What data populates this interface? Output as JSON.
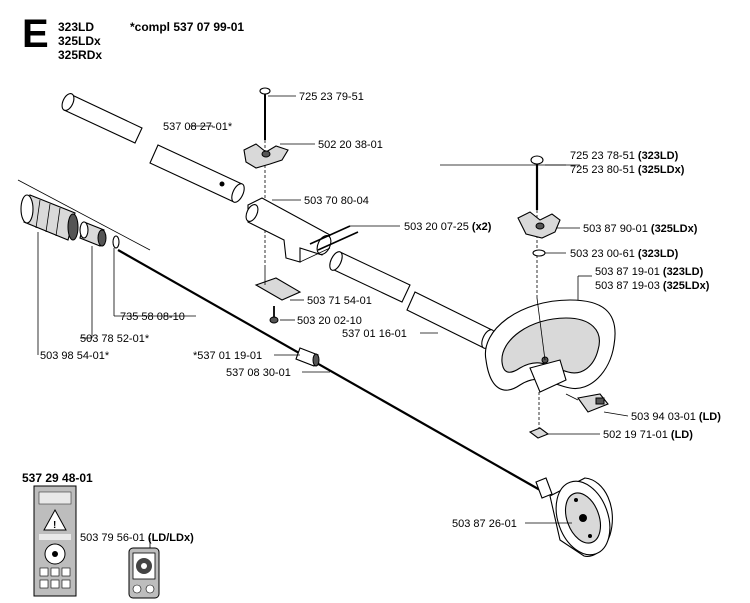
{
  "header": {
    "section_letter": "E",
    "models": [
      "323LD",
      "325LDx",
      "325RDx"
    ],
    "complete_ref": "*compl 537 07 99-01"
  },
  "parts": [
    {
      "id": "p1",
      "number": "725 23 79-51",
      "note": ""
    },
    {
      "id": "p2",
      "number": "537 08 27-01*",
      "note": ""
    },
    {
      "id": "p3",
      "number": "502 20 38-01",
      "note": ""
    },
    {
      "id": "p4",
      "number": "503 70 80-04",
      "note": ""
    },
    {
      "id": "p5",
      "number": "503 20 07-25",
      "note": "(x2)"
    },
    {
      "id": "p6",
      "number": "725 23 78-51",
      "note": "(323LD)"
    },
    {
      "id": "p7",
      "number": "725 23 80-51",
      "note": "(325LDx)"
    },
    {
      "id": "p8",
      "number": "503 87 90-01",
      "note": "(325LDx)"
    },
    {
      "id": "p9",
      "number": "503 23 00-61",
      "note": "(323LD)"
    },
    {
      "id": "p10",
      "number": "503 87 19-01",
      "note": "(323LD)"
    },
    {
      "id": "p11",
      "number": "503 87 19-03",
      "note": "(325LDx)"
    },
    {
      "id": "p12",
      "number": "503 71 54-01",
      "note": ""
    },
    {
      "id": "p13",
      "number": "503 20 02-10",
      "note": ""
    },
    {
      "id": "p14",
      "number": "537 01 16-01",
      "note": ""
    },
    {
      "id": "p15",
      "number": "735 58 08-10",
      "note": ""
    },
    {
      "id": "p16",
      "number": "503 78 52-01*",
      "note": ""
    },
    {
      "id": "p17",
      "number": "503 98 54-01*",
      "note": ""
    },
    {
      "id": "p18",
      "number": "*537 01 19-01",
      "note": ""
    },
    {
      "id": "p19",
      "number": "537 08 30-01",
      "note": ""
    },
    {
      "id": "p20",
      "number": "503 94 03-01",
      "note": "(LD)"
    },
    {
      "id": "p21",
      "number": "502 19 71-01",
      "note": "(LD)"
    },
    {
      "id": "p22",
      "number": "503 87 26-01",
      "note": ""
    },
    {
      "id": "p23",
      "number": "537 29 48-01",
      "note": ""
    },
    {
      "id": "p24",
      "number": "503 79 56-01",
      "note": "(LD/LDx)"
    }
  ]
}
